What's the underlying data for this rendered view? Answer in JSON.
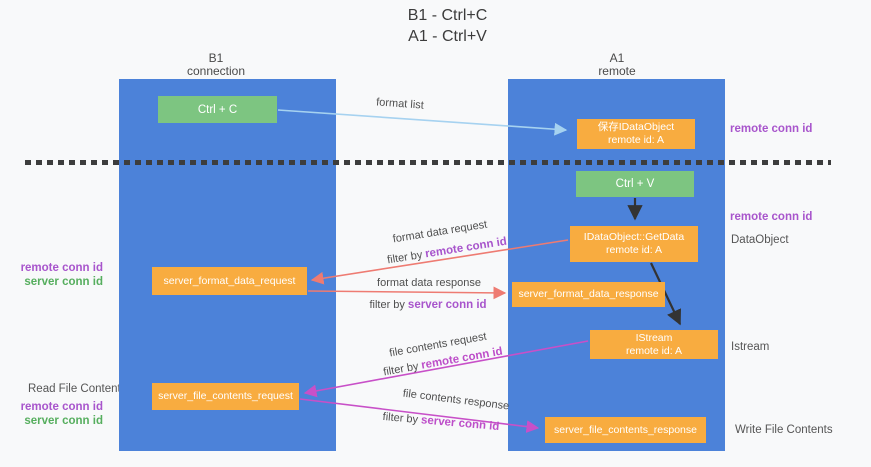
{
  "title": {
    "line1": "B1 - Ctrl+C",
    "line2": "A1 - Ctrl+V"
  },
  "columns": {
    "left": {
      "name": "B1",
      "role": "connection"
    },
    "right": {
      "name": "A1",
      "role": "remote"
    }
  },
  "nodes": {
    "ctrl_c": {
      "label": "Ctrl + C"
    },
    "save_idataobject": {
      "line1": "保存IDataObject",
      "line2": "remote id: A"
    },
    "ctrl_v": {
      "label": "Ctrl + V"
    },
    "getdata": {
      "line1": "IDataObject::GetData",
      "line2": "remote id: A"
    },
    "server_format_data_request": {
      "label": "server_format_data_request"
    },
    "server_format_data_response": {
      "label": "server_format_data_response"
    },
    "istream": {
      "line1": "IStream",
      "line2": "remote id: A"
    },
    "server_file_contents_request": {
      "label": "server_file_contents_request"
    },
    "server_file_contents_response": {
      "label": "server_file_contents_response"
    }
  },
  "flow": {
    "format_list": "format list",
    "format_data_request": "format data request",
    "format_data_response": "format data response",
    "file_contents_request": "file contents request",
    "file_contents_response": "file contents response",
    "filter_by": "filter by"
  },
  "ids": {
    "remote": "remote conn id",
    "server": "server conn id"
  },
  "side_labels": {
    "dataobject": "DataObject",
    "istream": "Istream",
    "read_file_contents": "Read File Contents",
    "write_file_contents": "Write File Contents"
  },
  "colors": {
    "background": "#f8f9fa",
    "column_blue": "#4c82d9",
    "node_orange": "#f8ac40",
    "node_green": "#7dc581",
    "arrow_blue": "#a6d2f0",
    "arrow_black": "#333333",
    "arrow_red": "#ee7b72",
    "arrow_magenta": "#c850c8",
    "label_purple": "#a855cc",
    "label_green": "#56ae5e"
  }
}
